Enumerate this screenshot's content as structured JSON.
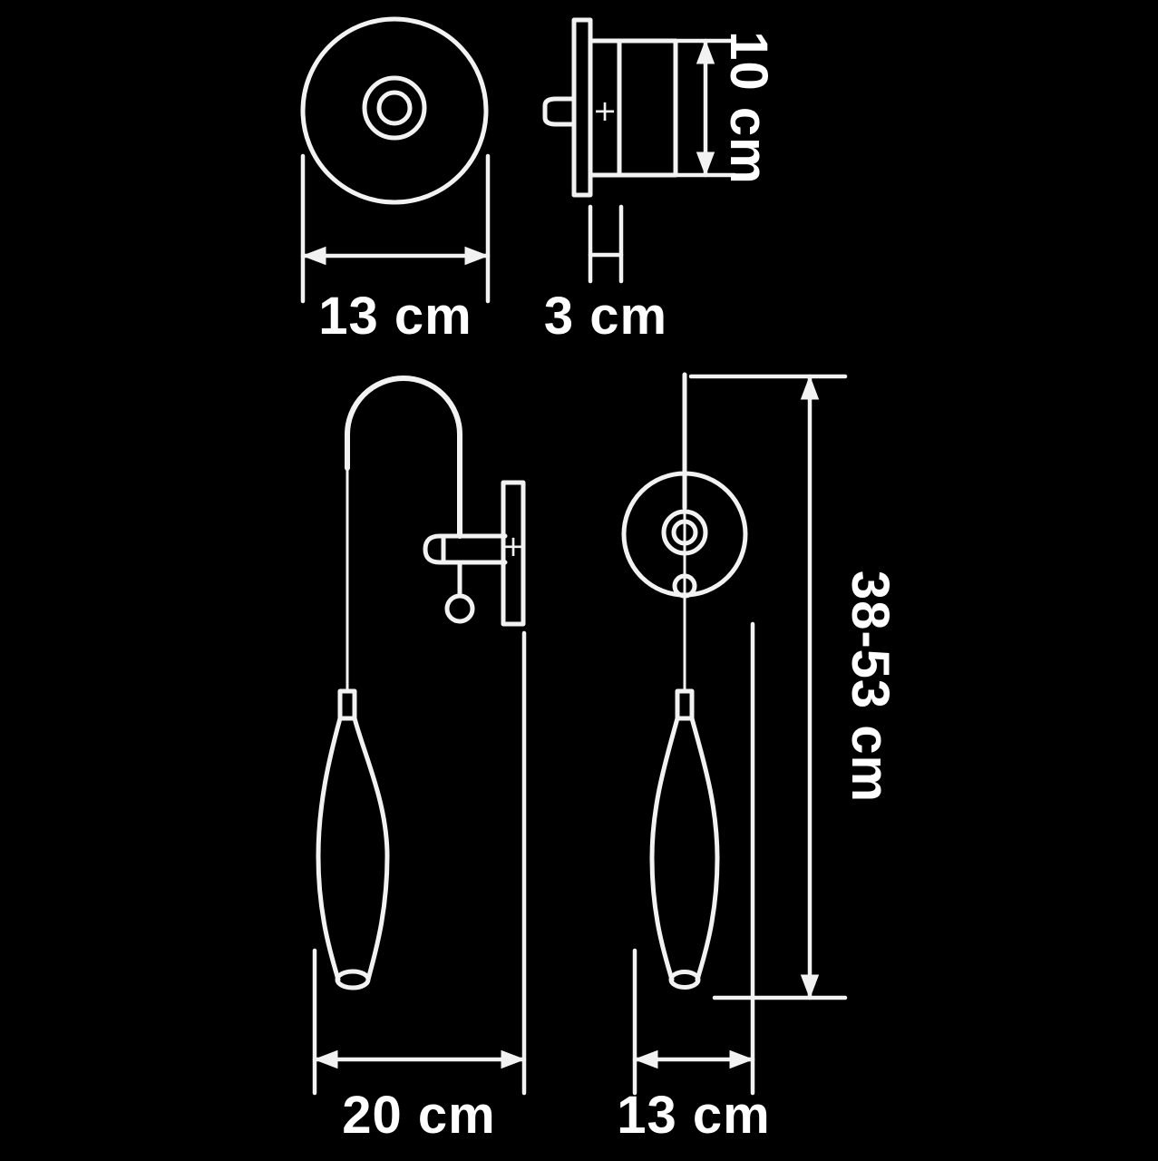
{
  "colors": {
    "background": "#000000",
    "line": "#f2f2f2",
    "text": "#ffffff"
  },
  "dimension_labels": {
    "mount_diameter": "13 cm",
    "mount_depth": "3 cm",
    "mount_height": "10 cm",
    "arm_projection": "20 cm",
    "shade_width": "13 cm",
    "overall_height": "38-53 cm"
  },
  "marks": {
    "plus": "+"
  }
}
